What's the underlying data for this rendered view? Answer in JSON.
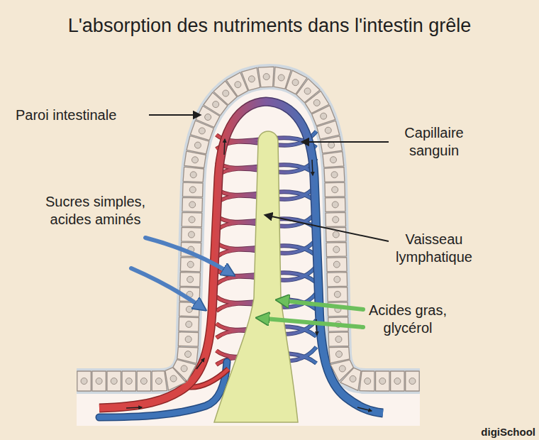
{
  "diagram": {
    "title": "L'absorption des nutriments dans l'intestin grêle",
    "labels": [
      "Paroi intestinale",
      "Capillaire sanguin",
      "Sucres simples, acides aminés",
      "Vaisseau lymphatique",
      "Acides gras, glycérol",
      "digiSchool"
    ]
  }
}
